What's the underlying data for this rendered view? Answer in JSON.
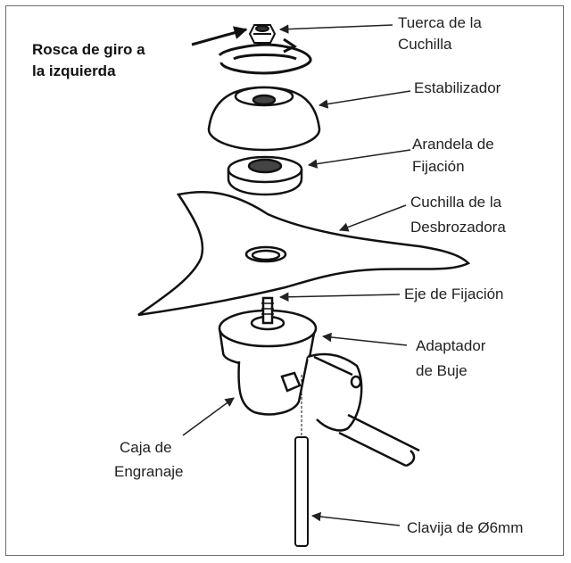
{
  "labels": {
    "left_thread_line1": "Rosca de giro a",
    "left_thread_line2": "la izquierda",
    "blade_nut_line1": "Tuerca de la",
    "blade_nut_line2": "Cuchilla",
    "stabilizer": "Estabilizador",
    "fixing_washer_line1": "Arandela de",
    "fixing_washer_line2": "Fijación",
    "brushcutter_blade_line1": "Cuchilla de la",
    "brushcutter_blade_line2": "Desbrozadora",
    "fixing_shaft": "Eje de Fijación",
    "hub_adapter_line1": "Adaptador",
    "hub_adapter_line2": "de Buje",
    "gearbox_line1": "Caja de",
    "gearbox_line2": "Engranaje",
    "pin": "Clavija de Ø6mm"
  }
}
